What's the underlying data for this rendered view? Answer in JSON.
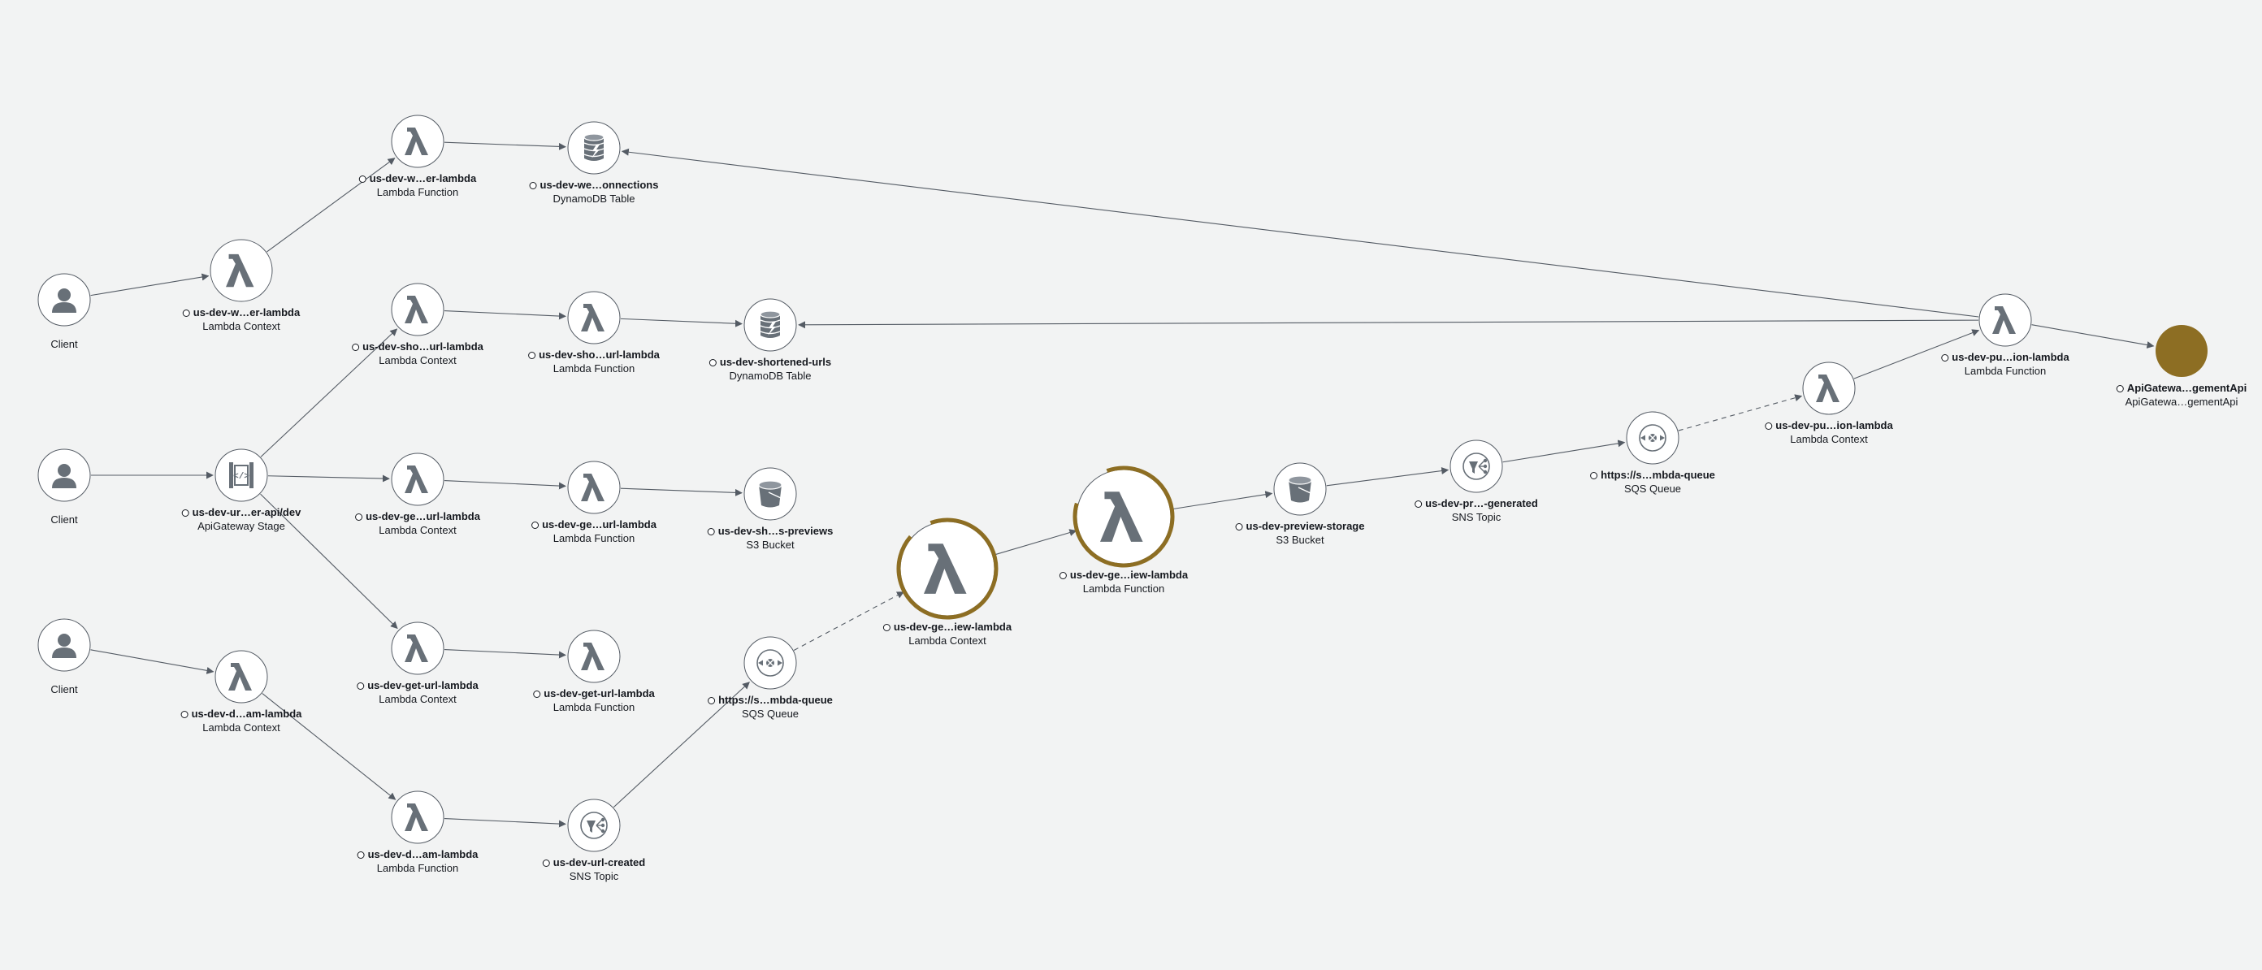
{
  "map": {
    "name": "service-map"
  },
  "colors": {
    "background": "#f2f3f3",
    "node_border": "#545b64",
    "icon": "#687078",
    "edge": "#545b64",
    "warning_ring": "#8d6e23"
  },
  "nodes": [
    {
      "id": "client-1",
      "icon": "user-icon",
      "name": "",
      "type": "Client"
    },
    {
      "id": "ctx-w-lambda",
      "icon": "lambda-icon",
      "name": "us-dev-w…er-lambda",
      "type": "Lambda Context"
    },
    {
      "id": "fn-w-lambda",
      "icon": "lambda-icon",
      "name": "us-dev-w…er-lambda",
      "type": "Lambda Function"
    },
    {
      "id": "ddb-connections",
      "icon": "dynamodb-icon",
      "name": "us-dev-we…onnections",
      "type": "DynamoDB Table"
    },
    {
      "id": "client-2",
      "icon": "user-icon",
      "name": "",
      "type": "Client"
    },
    {
      "id": "apigw-stage",
      "icon": "apigateway-icon",
      "name": "us-dev-ur…er-api/dev",
      "type": "ApiGateway Stage"
    },
    {
      "id": "ctx-sho-url",
      "icon": "lambda-icon",
      "name": "us-dev-sho…url-lambda",
      "type": "Lambda Context"
    },
    {
      "id": "fn-sho-url",
      "icon": "lambda-icon",
      "name": "us-dev-sho…url-lambda",
      "type": "Lambda Function"
    },
    {
      "id": "ddb-shortened",
      "icon": "dynamodb-icon",
      "name": "us-dev-shortened-urls",
      "type": "DynamoDB Table"
    },
    {
      "id": "ctx-ge-url",
      "icon": "lambda-icon",
      "name": "us-dev-ge…url-lambda",
      "type": "Lambda Context"
    },
    {
      "id": "fn-ge-url",
      "icon": "lambda-icon",
      "name": "us-dev-ge…url-lambda",
      "type": "Lambda Function"
    },
    {
      "id": "s3-previews",
      "icon": "s3-bucket-icon",
      "name": "us-dev-sh…s-previews",
      "type": "S3 Bucket"
    },
    {
      "id": "ctx-get-url",
      "icon": "lambda-icon",
      "name": "us-dev-get-url-lambda",
      "type": "Lambda Context"
    },
    {
      "id": "fn-get-url",
      "icon": "lambda-icon",
      "name": "us-dev-get-url-lambda",
      "type": "Lambda Function"
    },
    {
      "id": "client-3",
      "icon": "user-icon",
      "name": "",
      "type": "Client"
    },
    {
      "id": "ctx-d-am",
      "icon": "lambda-icon",
      "name": "us-dev-d…am-lambda",
      "type": "Lambda Context"
    },
    {
      "id": "fn-d-am",
      "icon": "lambda-icon",
      "name": "us-dev-d…am-lambda",
      "type": "Lambda Function"
    },
    {
      "id": "sns-url-created",
      "icon": "sns-topic-icon",
      "name": "us-dev-url-created",
      "type": "SNS Topic"
    },
    {
      "id": "sqs-1",
      "icon": "sqs-queue-icon",
      "name": "https://s…mbda-queue",
      "type": "SQS Queue"
    },
    {
      "id": "ctx-ge-iew",
      "icon": "lambda-icon",
      "name": "us-dev-ge…iew-lambda",
      "type": "Lambda Context",
      "status_fraction": 0.92
    },
    {
      "id": "fn-ge-iew",
      "icon": "lambda-icon",
      "name": "us-dev-ge…iew-lambda",
      "type": "Lambda Function",
      "status_fraction": 0.85
    },
    {
      "id": "s3-preview-storage",
      "icon": "s3-bucket-icon",
      "name": "us-dev-preview-storage",
      "type": "S3 Bucket"
    },
    {
      "id": "sns-pr-generated",
      "icon": "sns-topic-icon",
      "name": "us-dev-pr…-generated",
      "type": "SNS Topic"
    },
    {
      "id": "sqs-2",
      "icon": "sqs-queue-icon",
      "name": "https://s…mbda-queue",
      "type": "SQS Queue"
    },
    {
      "id": "ctx-pu-ion",
      "icon": "lambda-icon",
      "name": "us-dev-pu…ion-lambda",
      "type": "Lambda Context"
    },
    {
      "id": "fn-pu-ion",
      "icon": "lambda-icon",
      "name": "us-dev-pu…ion-lambda",
      "type": "Lambda Function"
    },
    {
      "id": "apigw-mgmt",
      "icon": "solid-circle",
      "name": "ApiGatewa…gementApi",
      "type": "ApiGatewa…gementApi"
    }
  ],
  "edges": [
    {
      "from": "client-1",
      "to": "ctx-w-lambda"
    },
    {
      "from": "ctx-w-lambda",
      "to": "fn-w-lambda"
    },
    {
      "from": "fn-w-lambda",
      "to": "ddb-connections"
    },
    {
      "from": "client-2",
      "to": "apigw-stage"
    },
    {
      "from": "apigw-stage",
      "to": "ctx-sho-url"
    },
    {
      "from": "apigw-stage",
      "to": "ctx-ge-url"
    },
    {
      "from": "apigw-stage",
      "to": "ctx-get-url"
    },
    {
      "from": "ctx-sho-url",
      "to": "fn-sho-url"
    },
    {
      "from": "fn-sho-url",
      "to": "ddb-shortened"
    },
    {
      "from": "ctx-ge-url",
      "to": "fn-ge-url"
    },
    {
      "from": "fn-ge-url",
      "to": "s3-previews"
    },
    {
      "from": "ctx-get-url",
      "to": "fn-get-url"
    },
    {
      "from": "client-3",
      "to": "ctx-d-am"
    },
    {
      "from": "ctx-d-am",
      "to": "fn-d-am"
    },
    {
      "from": "fn-d-am",
      "to": "sns-url-created"
    },
    {
      "from": "sns-url-created",
      "to": "sqs-1"
    },
    {
      "from": "sqs-1",
      "to": "ctx-ge-iew",
      "dashed": true
    },
    {
      "from": "ctx-ge-iew",
      "to": "fn-ge-iew"
    },
    {
      "from": "fn-ge-iew",
      "to": "s3-preview-storage"
    },
    {
      "from": "s3-preview-storage",
      "to": "sns-pr-generated"
    },
    {
      "from": "sns-pr-generated",
      "to": "sqs-2"
    },
    {
      "from": "sqs-2",
      "to": "ctx-pu-ion",
      "dashed": true
    },
    {
      "from": "ctx-pu-ion",
      "to": "fn-pu-ion"
    },
    {
      "from": "fn-pu-ion",
      "to": "ddb-connections"
    },
    {
      "from": "fn-pu-ion",
      "to": "ddb-shortened"
    },
    {
      "from": "fn-pu-ion",
      "to": "apigw-mgmt"
    }
  ]
}
